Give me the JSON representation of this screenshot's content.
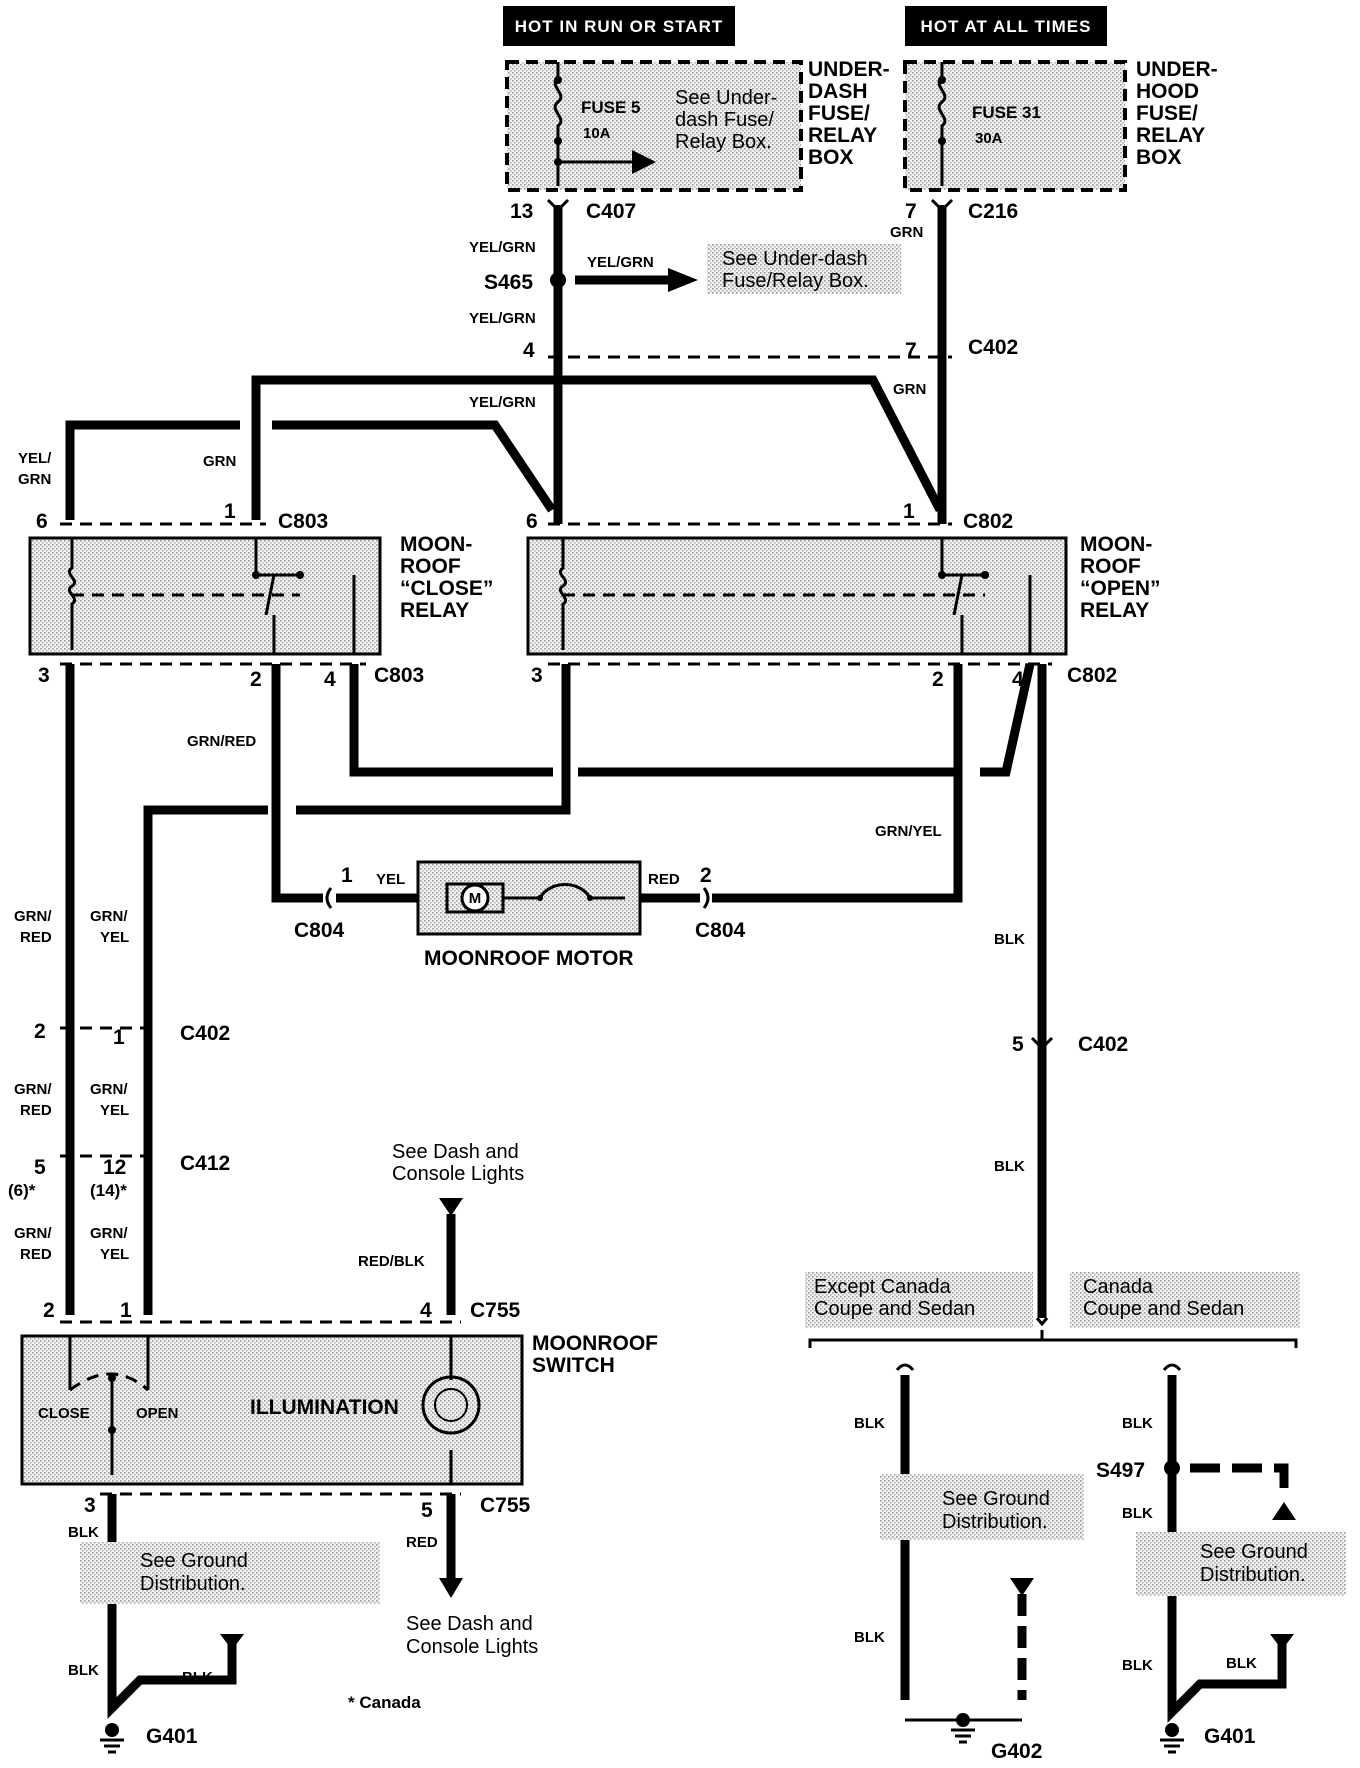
{
  "headers": {
    "hot_run_start": "HOT IN RUN OR START",
    "hot_all_times": "HOT AT ALL TIMES"
  },
  "fuse5": {
    "name": "FUSE 5",
    "rating": "10A",
    "note_l1": "See Under-",
    "note_l2": "dash Fuse/",
    "note_l3": "Relay Box."
  },
  "fuse31": {
    "name": "FUSE 31",
    "rating": "30A"
  },
  "underdash_box": [
    "UNDER-",
    "DASH",
    "FUSE/",
    "RELAY",
    "BOX"
  ],
  "underhood_box": [
    "UNDER-",
    "HOOD",
    "FUSE/",
    "RELAY",
    "BOX"
  ],
  "connectors": {
    "c407": "C407",
    "c216": "C216",
    "c402": "C402",
    "c803": "C803",
    "c802": "C802",
    "c804": "C804",
    "c412": "C412",
    "c755": "C755",
    "s465": "S465",
    "s497": "S497",
    "g401": "G401",
    "g402": "G402"
  },
  "pins": {
    "p13": "13",
    "p7": "7",
    "p4": "4",
    "p6": "6",
    "p1": "1",
    "p3": "3",
    "p2": "2",
    "p5": "5",
    "p12": "12",
    "p6c": "(6)*",
    "p14c": "(14)*"
  },
  "wires": {
    "yel_grn": "YEL/GRN",
    "grn": "GRN",
    "yel": "YEL/",
    "grn_sl": "GRN",
    "grn_red": "GRN/RED",
    "grn_yel": "GRN/YEL",
    "grn_s": "GRN/",
    "red_s": "RED",
    "yel_s": "YEL",
    "blk": "BLK",
    "red": "RED",
    "red_blk": "RED/BLK"
  },
  "s465_note": {
    "l1": "See Under-dash",
    "l2": "Fuse/Relay Box."
  },
  "close_relay": [
    "MOON-",
    "ROOF",
    "“CLOSE”",
    "RELAY"
  ],
  "open_relay": [
    "MOON-",
    "ROOF",
    "“OPEN”",
    "RELAY"
  ],
  "motor": {
    "label": "MOONROOF MOTOR",
    "m": "M"
  },
  "switch": {
    "title_l1": "MOONROOF",
    "title_l2": "SWITCH",
    "close": "CLOSE",
    "open": "OPEN",
    "illumination": "ILLUMINATION"
  },
  "dash_lights": {
    "l1": "See Dash and",
    "l2": "Console Lights"
  },
  "ground_dist": {
    "l1": "See Ground",
    "l2": "Distribution."
  },
  "canada_note": "* Canada",
  "except_canada": {
    "l1": "Except Canada",
    "l2": "Coupe and Sedan"
  },
  "canada": {
    "l1": "Canada",
    "l2": "Coupe and Sedan"
  }
}
